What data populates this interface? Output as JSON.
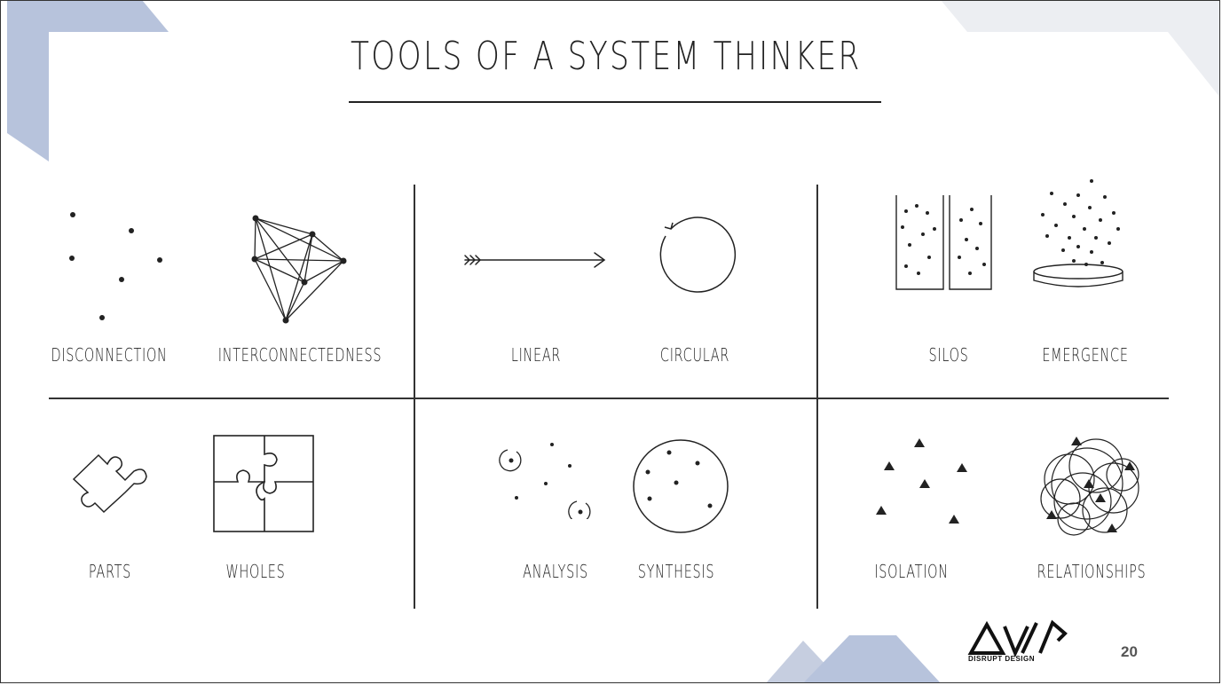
{
  "slide": {
    "title": "TOOLS OF A SYSTEM THINKER",
    "page_number": "20",
    "brand_name": "DISRUPT DESIGN"
  },
  "tools": {
    "disconnection": "DISCONNECTION",
    "interconnectedness": "INTERCONNECTEDNESS",
    "linear": "LINEAR",
    "circular": "CIRCULAR",
    "silos": "SILOS",
    "emergence": "EMERGENCE",
    "parts": "PARTS",
    "wholes": "WHOLES",
    "analysis": "ANALYSIS",
    "synthesis": "SYNTHESIS",
    "isolation": "ISOLATION",
    "relationships": "RELATIONSHIPS"
  },
  "colors": {
    "accent_blue": "#b7c3dc",
    "accent_gray": "#e9eaef",
    "ink": "#222222"
  }
}
